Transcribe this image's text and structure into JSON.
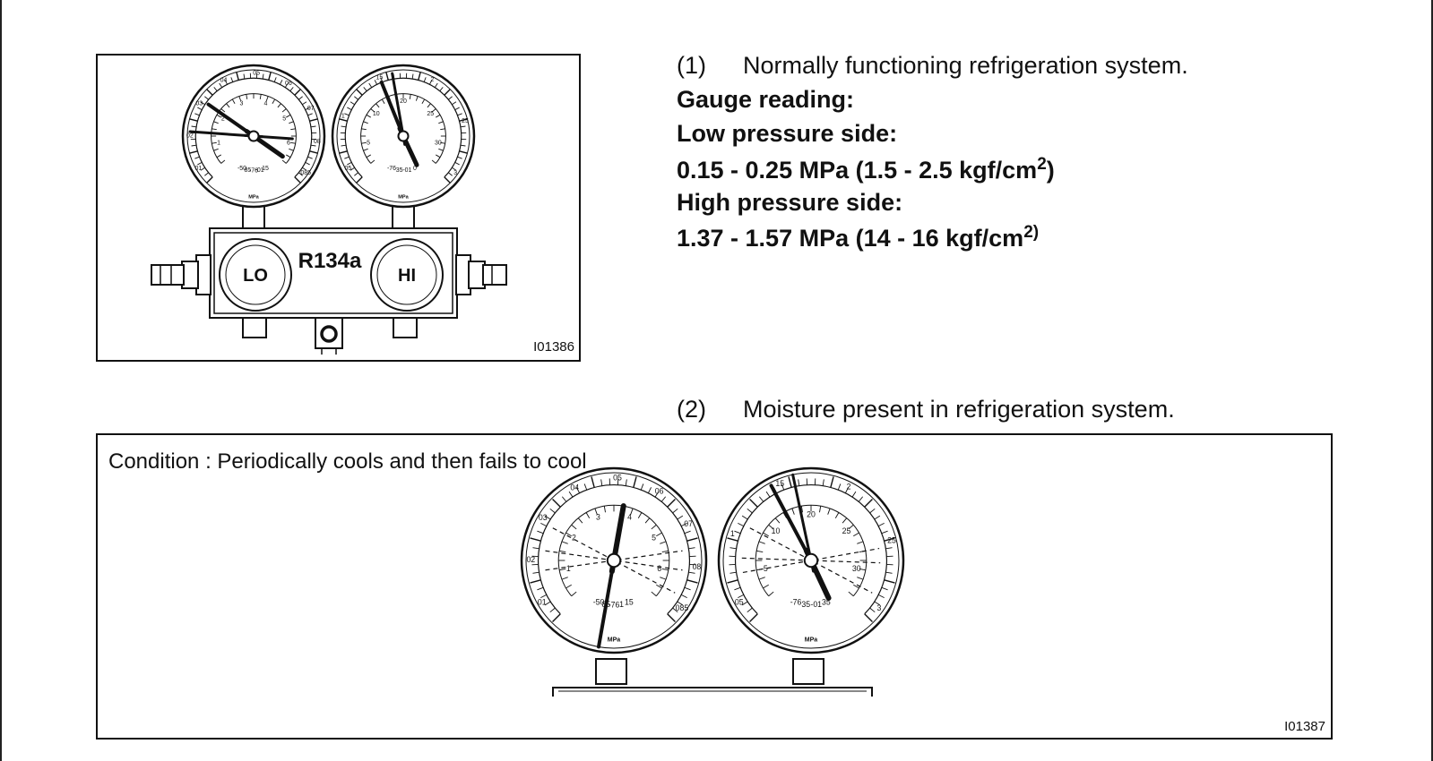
{
  "figure1": {
    "id": "I01386",
    "brand": "R134a",
    "lo_label": "LO",
    "hi_label": "HI",
    "low_gauge": {
      "outer": [
        "01",
        "02",
        "03",
        "04",
        "05",
        "06",
        "07",
        "08",
        "085"
      ],
      "inner": [
        "1",
        "2",
        "3",
        "4",
        "5",
        "6"
      ],
      "bottom": [
        "-50",
        "85",
        "-76",
        "-01",
        "15"
      ],
      "mark": "MPa"
    },
    "high_gauge": {
      "outer": [
        "05",
        "1",
        "15",
        "2",
        "25",
        "3"
      ],
      "inner": [
        "5",
        "10",
        "20",
        "25",
        "30"
      ],
      "bottom": [
        "-76",
        "35",
        "-01",
        "0"
      ],
      "mark": "MPa"
    }
  },
  "section1": {
    "number": "(1)",
    "heading": "Normally functioning refrigeration system.",
    "gauge_reading": "Gauge reading:",
    "low_label": "Low pressure side:",
    "low_value": "0.15 - 0.25 MPa (1.5 - 2.5 kgf/cm",
    "low_sup": "2",
    "low_end": ")",
    "high_label": "High pressure side:",
    "high_value": "1.37 - 1.57 MPa (14 - 16 kgf/cm",
    "high_sup": "2)"
  },
  "section2": {
    "number": "(2)",
    "heading": "Moisture present in refrigeration system."
  },
  "figure2": {
    "id": "I01387",
    "condition": "Condition : Periodically cools and then fails to cool",
    "low_gauge": {
      "outer": [
        "01",
        "02",
        "03",
        "04",
        "05",
        "06",
        "07",
        "08",
        "085"
      ],
      "inner": [
        "1",
        "2",
        "3",
        "4",
        "5",
        "6"
      ],
      "bottom": [
        "-50",
        "85",
        "-76",
        "1",
        "15"
      ],
      "mark": "MPa"
    },
    "high_gauge": {
      "outer": [
        "05",
        "1",
        "15",
        "2",
        "25",
        "3"
      ],
      "inner": [
        "5",
        "10",
        "20",
        "25",
        "30"
      ],
      "bottom": [
        "-76",
        "35",
        "-01",
        "35"
      ],
      "mark": "MPa"
    }
  }
}
